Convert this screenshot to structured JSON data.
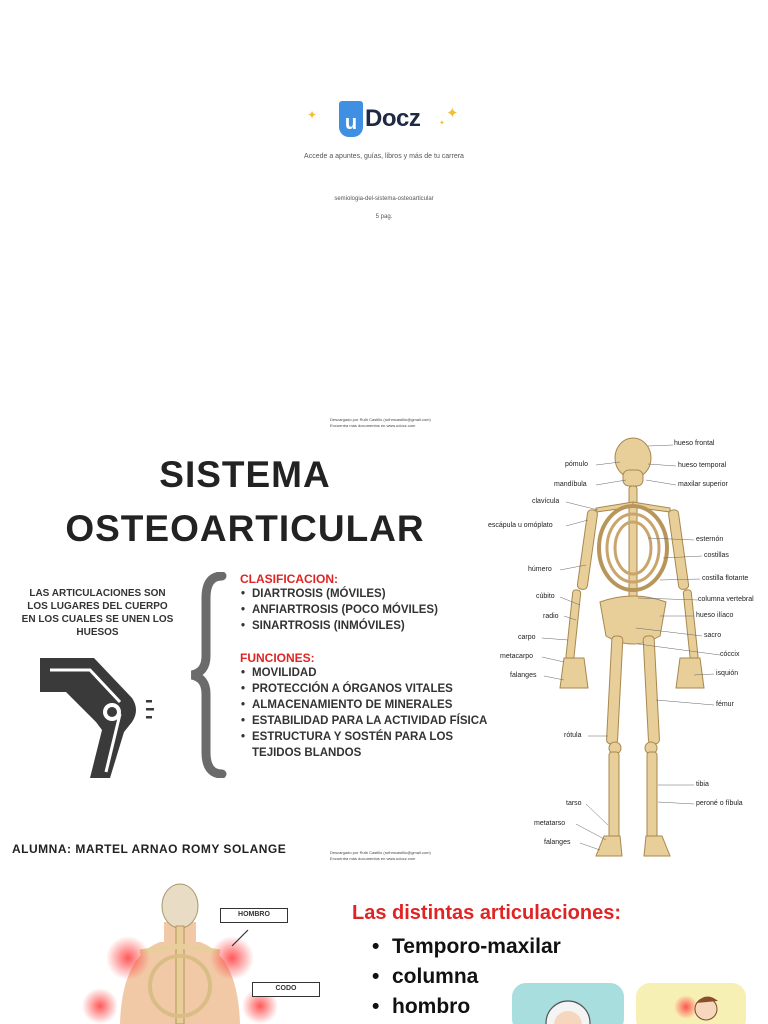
{
  "cover": {
    "logo_mark": "u",
    "logo_text": "Docz",
    "tagline": "Accede a apuntes, guías, libros y más de tu carrera",
    "document_name": "semiologia-del-sistema-osteoarticular",
    "pages": "5 pag."
  },
  "download_note": {
    "line1": "Descargado por Ruth Castillo (ruthmcastillo@gmail.com)",
    "line2": "Encuentra más documentos en www.udocz.com"
  },
  "slide1": {
    "title_line1": "SISTEMA",
    "title_line2": "OSTEOARTICULAR",
    "intro": "LAS ARTICULACIONES SON LOS LUGARES DEL CUERPO EN LOS CUALES SE UNEN LOS HUESOS",
    "classification_heading": "CLASIFICACION:",
    "classification": [
      "DIARTROSIS (MÓVILES)",
      "ANFIARTROSIS (POCO MÓVILES)",
      "SINARTROSIS (INMÓVILES)"
    ],
    "functions_heading": "FUNCIONES:",
    "functions": [
      "MOVILIDAD",
      " PROTECCIÓN A ÓRGANOS VITALES",
      "ALMACENAMIENTO DE MINERALES",
      "ESTABILIDAD PARA LA ACTIVIDAD FÍSICA",
      "ESTRUCTURA Y SOSTÉN PARA LOS TEJIDOS BLANDOS"
    ],
    "student": "ALUMNA: MARTEL ARNAO ROMY SOLANGE",
    "skeleton_labels": {
      "hueso_frontal": "hueso frontal",
      "pomulo": "pómulo",
      "hueso_temporal": "hueso temporal",
      "mandibula": "mandíbula",
      "maxilar_superior": "maxilar superior",
      "clavicula": "clavícula",
      "escapula": "escápula u omóplato",
      "esternon": "esternón",
      "costillas": "costillas",
      "humero": "húmero",
      "costilla_flotante": "costilla flotante",
      "cubito": "cúbito",
      "columna_vertebral": "columna vertebral",
      "radio": "radio",
      "hueso_iliaco": "hueso ilíaco",
      "carpo": "carpo",
      "sacro": "sacro",
      "metacarpo": "metacarpo",
      "coccix": "cóccix",
      "falanges_mano": "falanges",
      "isquion": "isquión",
      "femur": "fémur",
      "rotula": "rótula",
      "tibia": "tibia",
      "tarso": "tarso",
      "perone": "peroné o fíbula",
      "metatarso": "metatarso",
      "falanges_pie": "falanges"
    }
  },
  "slide2": {
    "title": "Las distintas articulaciones:",
    "items": [
      "Temporo-maxilar",
      "columna",
      "hombro"
    ],
    "tag_hombro": "HOMBRO",
    "tag_codo": "CODO"
  },
  "colors": {
    "accent_red": "#e02424",
    "logo_blue": "#3f8fe3",
    "bone": "#e8cf9a",
    "brace_gray": "#6b6b6b"
  }
}
